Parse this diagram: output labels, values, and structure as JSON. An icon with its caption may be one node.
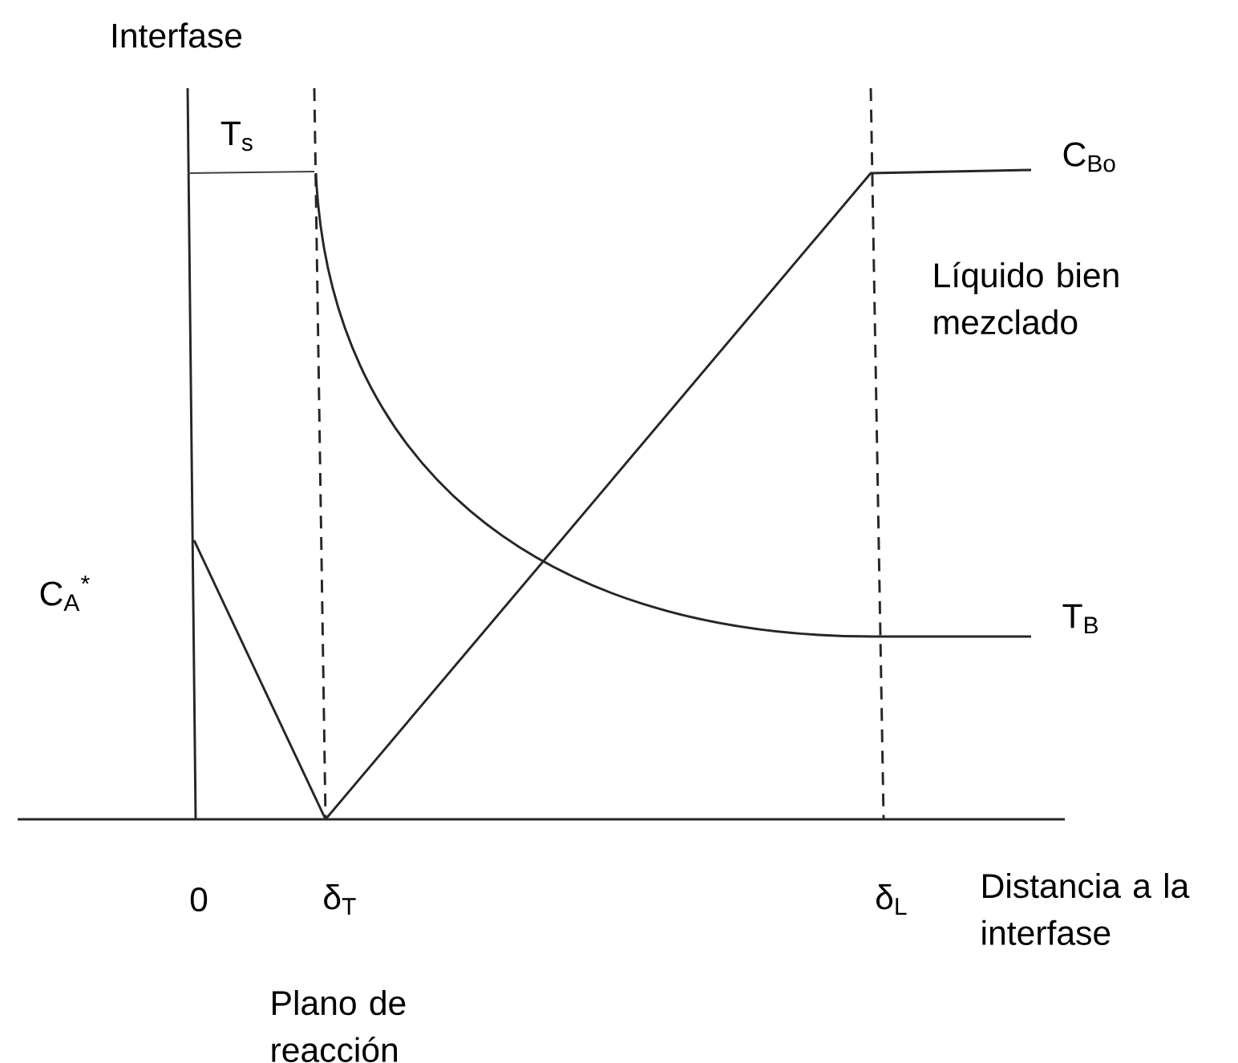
{
  "diagram": {
    "labels": [
      "Interfase",
      "T$_{s}$",
      "C$_{Bo}$",
      "Líquido bien mezclado",
      "C$_{A}$$^{*}$",
      "T$_{B}$",
      "0",
      "δ$_{T}$",
      "δ$_{L}$",
      "Distancia a la interfase",
      "Plano de reacción"
    ]
  }
}
